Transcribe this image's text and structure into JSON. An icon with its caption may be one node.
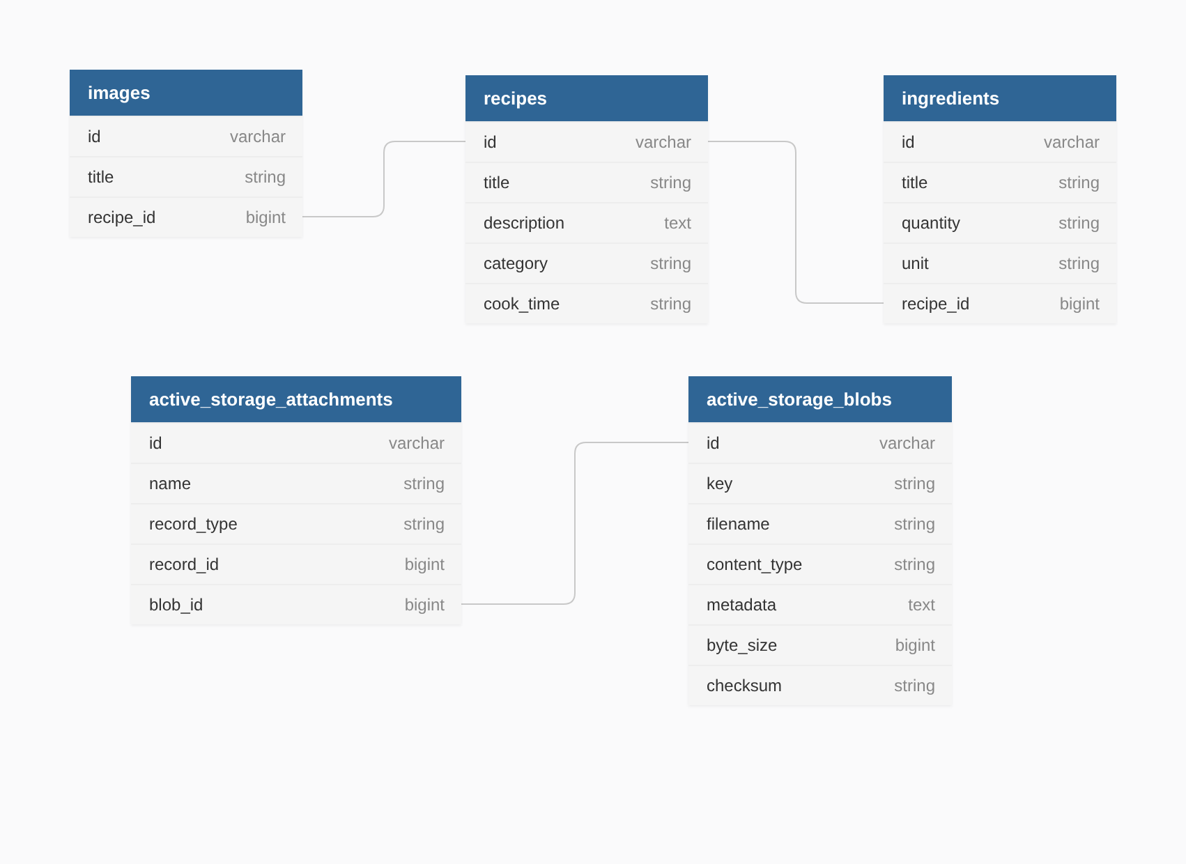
{
  "diagram": {
    "nodes": [
      {
        "text": [
          "images"
        ]
      },
      {
        "text": [
          "id",
          "varchar"
        ],
        "in": 0
      },
      {
        "text": [
          "title",
          "string"
        ],
        "in": 0
      },
      {
        "text": [
          "recipe_id",
          "bigint"
        ],
        "in": 0
      },
      {
        "text": [
          "recipes"
        ]
      },
      {
        "text": [
          "id",
          "varchar"
        ],
        "in": 4
      },
      {
        "text": [
          "title",
          "string"
        ],
        "in": 4
      },
      {
        "text": [
          "description",
          "text"
        ],
        "in": 4
      },
      {
        "text": [
          "category",
          "string"
        ],
        "in": 4
      },
      {
        "text": [
          "cook_time",
          "string"
        ],
        "in": 4
      },
      {
        "text": [
          "ingredients"
        ]
      },
      {
        "text": [
          "id",
          "varchar"
        ],
        "in": 10
      },
      {
        "text": [
          "title",
          "string"
        ],
        "in": 10
      },
      {
        "text": [
          "quantity",
          "string"
        ],
        "in": 10
      },
      {
        "text": [
          "unit",
          "string"
        ],
        "in": 10
      },
      {
        "text": [
          "recipe_id",
          "bigint"
        ],
        "in": 10
      },
      {
        "text": [
          "active_storage_attachments"
        ]
      },
      {
        "text": [
          "id",
          "varchar"
        ],
        "in": 16
      },
      {
        "text": [
          "name",
          "string"
        ],
        "in": 16
      },
      {
        "text": [
          "record_type",
          "string"
        ],
        "in": 16
      },
      {
        "text": [
          "record_id",
          "bigint"
        ],
        "in": 16
      },
      {
        "text": [
          "blob_id",
          "bigint"
        ],
        "in": 16
      },
      {
        "text": [
          "active_storage_blobs"
        ]
      },
      {
        "text": [
          "id",
          "varchar"
        ],
        "in": 22
      },
      {
        "text": [
          "key",
          "string"
        ],
        "in": 22
      },
      {
        "text": [
          "filename",
          "string"
        ],
        "in": 22
      },
      {
        "text": [
          "content_type",
          "string"
        ],
        "in": 22
      },
      {
        "text": [
          "metadata",
          "text"
        ],
        "in": 22
      },
      {
        "text": [
          "byte_size",
          "bigint"
        ],
        "in": 22
      },
      {
        "text": [
          "checksum",
          "string"
        ],
        "in": 22
      }
    ],
    "edges": [
      {
        "from": 3,
        "to": 5,
        "arrow": "none"
      },
      {
        "from": 5,
        "to": 15,
        "arrow": "none"
      },
      {
        "from": 21,
        "to": 23,
        "arrow": "none"
      }
    ]
  }
}
